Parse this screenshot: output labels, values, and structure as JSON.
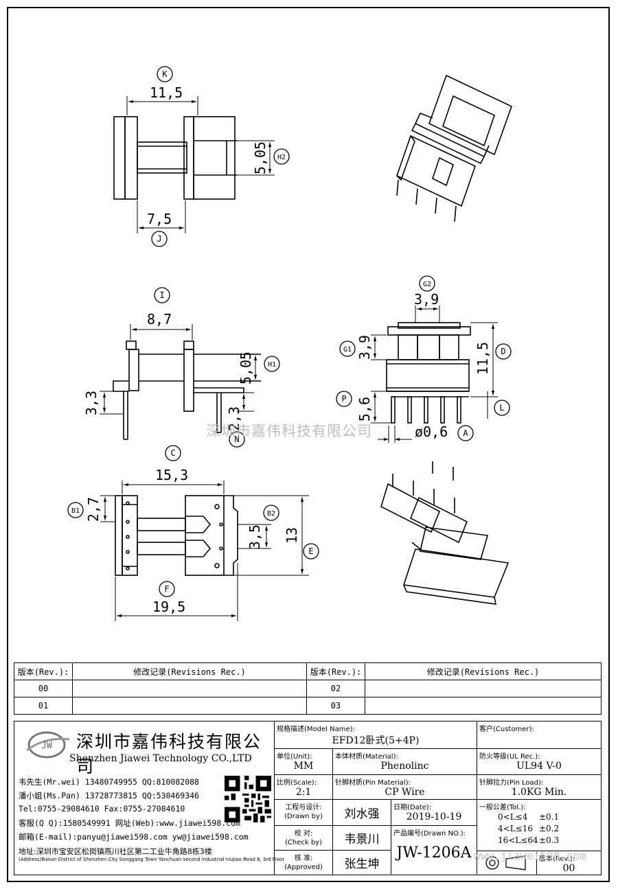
{
  "drawing": {
    "labels": {
      "K": "K",
      "H2": "H2",
      "J": "J",
      "I": "I",
      "H1": "H1",
      "N": "N",
      "G2": "G2",
      "G1": "G1",
      "D": "D",
      "P": "P",
      "L": "L",
      "A": "A",
      "C": "C",
      "B1": "B1",
      "B2": "B2",
      "E": "E",
      "F": "F"
    },
    "dims": {
      "K": "11,5",
      "H2": "5,05",
      "J": "7,5",
      "I": "8,7",
      "H1": "5,05",
      "left_33": "3,3",
      "N": "2,3",
      "G2": "3,9",
      "G1": "3,9",
      "D": "11,5",
      "P": "5,6",
      "A": "ø0,6",
      "C": "15,3",
      "B1": "2,7",
      "B2": "3,5",
      "E": "13",
      "F": "19,5"
    },
    "watermark": "深圳市嘉伟科技有限公司",
    "watermark_url": "www.jiawei598.com"
  },
  "revisions": {
    "header": {
      "rev": "版本(Rev.):",
      "rec": "修改记录(Revisions Rec.)"
    },
    "rows": [
      {
        "left_rev": "00",
        "right_rev": "02"
      },
      {
        "left_rev": "01",
        "right_rev": "03"
      }
    ]
  },
  "company": {
    "logo_text": "JW",
    "name_cn": "深圳市嘉伟科技有限公司",
    "name_en": "Shenzhen Jiawei Technology CO.,LTD",
    "contacts": [
      "韦先生(Mr.wei) 13480749955 QQ:810082088",
      "潘小姐(Ms.Pan) 13728773815 QQ:530469346",
      "Tel:0755-29084610     Fax:0755-27084610",
      "客服(Q Q):1580549991   网址(Web):www.jiawei598.com",
      "邮箱(E-mail):panyu@jiawei598.com  yw@jiawei598.com"
    ],
    "address_cn": "地址:深圳市宝安区松岗镇燕川社区第二工业牛角路8栋3楼",
    "address_en": "(Address)Baoan District of Shenzhen City Songgang Town Yanchuan  second industrial niujiao Road 8, 3rd Floor"
  },
  "title_block": {
    "model_label": "规格描述(Model Name):",
    "model_value": "EFD12卧式(5+4P)",
    "customer_label": "客户(Customer):",
    "customer_value": "",
    "unit_label": "单位(Unit):",
    "unit_value": "MM",
    "material_label": "本体材质(Material):",
    "material_value": "Phenolinc",
    "ul_label": "防火等级(UL Rec.):",
    "ul_value": "UL94 V-0",
    "scale_label": "比例(Scale):",
    "scale_value": "2:1",
    "pin_material_label": "针脚材质(Pin Material):",
    "pin_material_value": "CP Wire",
    "pin_load_label": "针脚拉力(Pin Load):",
    "pin_load_value": "1.0KG Min.",
    "drawn_label_cn": "工程与设计:",
    "drawn_label_en": "(Drawn by)",
    "drawn_value": "刘水强",
    "date_label": "日期(Date):",
    "date_value": "2019-10-19",
    "check_label_cn": "校  对:",
    "check_label_en": "(Check by)",
    "check_value": "韦景川",
    "drawn_no_label": "产品编号(Drawn NO.):",
    "drawn_no_value": "JW-1206A",
    "approved_label_cn": "核  准:",
    "approved_label_en": "(Approved)",
    "approved_value": "张生坤",
    "tol_label": "一般公差(Tol.):",
    "tol_rows": [
      {
        "range": "0<L≤4",
        "tol": "±0.1"
      },
      {
        "range": "4<L≤16",
        "tol": "±0.2"
      },
      {
        "range": "16<L≤64",
        "tol": "±0.3"
      }
    ],
    "version_label": "版本(Rev.):",
    "version_value": "00"
  }
}
